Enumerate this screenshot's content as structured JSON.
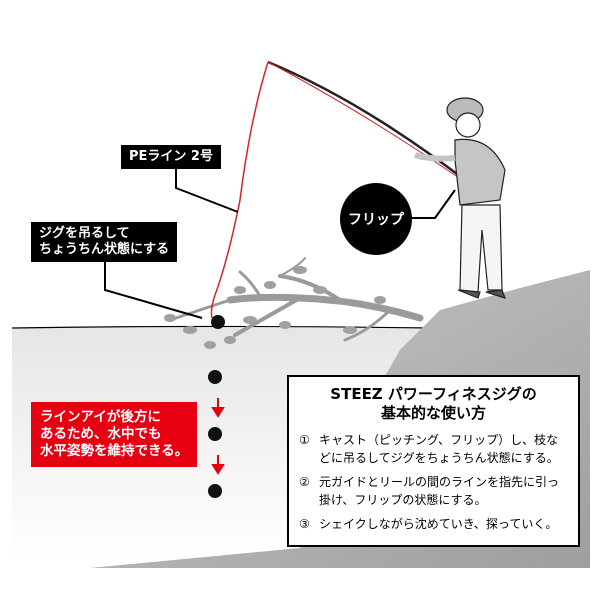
{
  "labels": {
    "pe_line": "PEライン 2号",
    "jig_hang": "ジグを吊るして\nちょうちん状態にする",
    "flip": "フリップ",
    "line_eye_note": "ラインアイが後方に\nあるため、水中でも\n水平姿勢を維持できる。"
  },
  "info_box": {
    "title_line1": "STEEZ パワーフィネスジグの",
    "title_line2": "基本的な使い方",
    "steps": [
      {
        "num": "①",
        "text": "キャスト（ピッチング、フリップ）し、枝などに吊るしてジグをちょうちん状態にする。"
      },
      {
        "num": "②",
        "text": "元ガイドとリールの間のラインを指先に引っ掛け、フリップの状態にする。"
      },
      {
        "num": "③",
        "text": "シェイクしながら沈めていき、探っていく。"
      }
    ]
  },
  "colors": {
    "accent_red": "#e50012",
    "line_red": "#d8222a",
    "bank_gray": "#a9a9a9",
    "branch_gray": "#9a9a9a",
    "water_gray": "#eeeeee"
  }
}
